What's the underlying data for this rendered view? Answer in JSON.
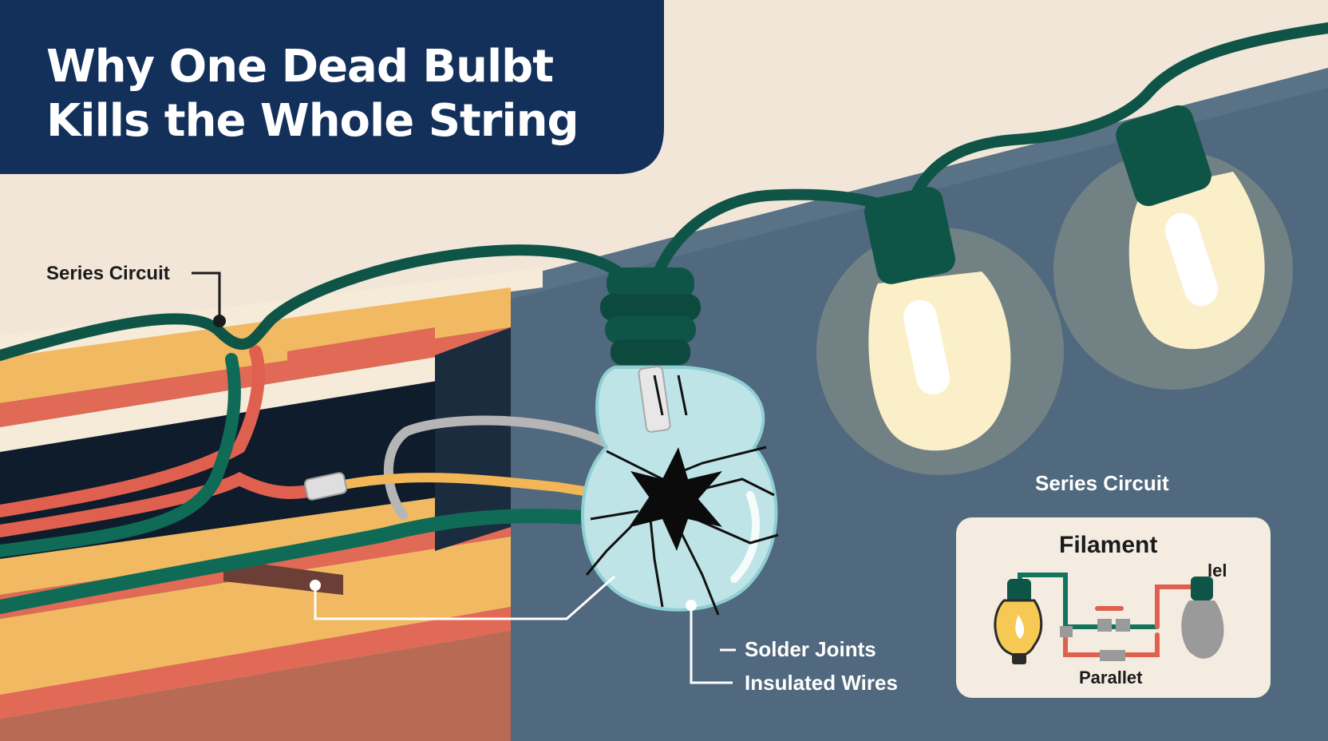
{
  "title": {
    "line1": "Why One Dead Bulbt",
    "line2": "Kills the Whole String"
  },
  "labels": {
    "series_circuit_left": "Series Circuit",
    "series_circuit_right": "Series Circuit",
    "solder_joints": "Solder Joints",
    "insulated_wires": "Insulated Wires"
  },
  "inset": {
    "filament": "Filament",
    "parallel": "Parallet",
    "corner_text": "lel"
  },
  "colors": {
    "title_panel": "#13305b",
    "background_cream": "#f2e6d8",
    "wall_slate": "#51697e",
    "wire_green": "#0f5547",
    "wire_red": "#e0604f",
    "wire_yellow": "#f3b657",
    "glass": "#bfe4e7",
    "bulb_glow": "#fbefc9"
  }
}
